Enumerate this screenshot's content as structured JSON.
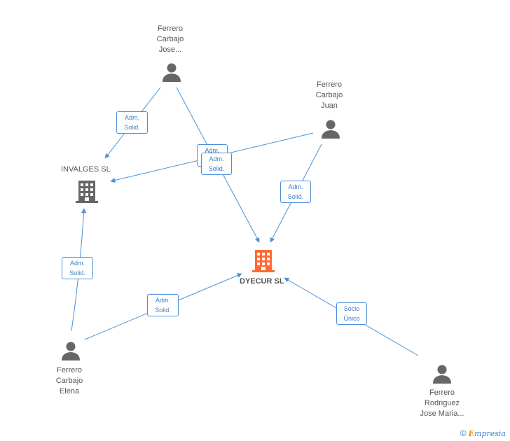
{
  "persons": {
    "jose": {
      "lines": [
        "Ferrero",
        "Carbajo",
        "Jose..."
      ]
    },
    "juan": {
      "lines": [
        "Ferrero",
        "Carbajo",
        "Juan"
      ]
    },
    "elena": {
      "lines": [
        "Ferrero",
        "Carbajo",
        "Elena"
      ]
    },
    "rodriguez": {
      "lines": [
        "Ferrero",
        "Rodriguez",
        "Jose Maria..."
      ]
    }
  },
  "companies": {
    "invalges": {
      "name": "INVALGES SL",
      "color": "#666666"
    },
    "dyecur": {
      "name": "DYECUR SL",
      "color": "#ff6a33"
    }
  },
  "edge_labels": {
    "adm_solid": [
      "Adm.",
      "Solid."
    ],
    "socio_unico": [
      "Socio",
      "Único"
    ]
  },
  "colors": {
    "edge": "#4a90d9",
    "person": "#666666"
  },
  "footer": {
    "copyright": "©",
    "brand_e": "E",
    "brand_rest": "mpresia"
  }
}
